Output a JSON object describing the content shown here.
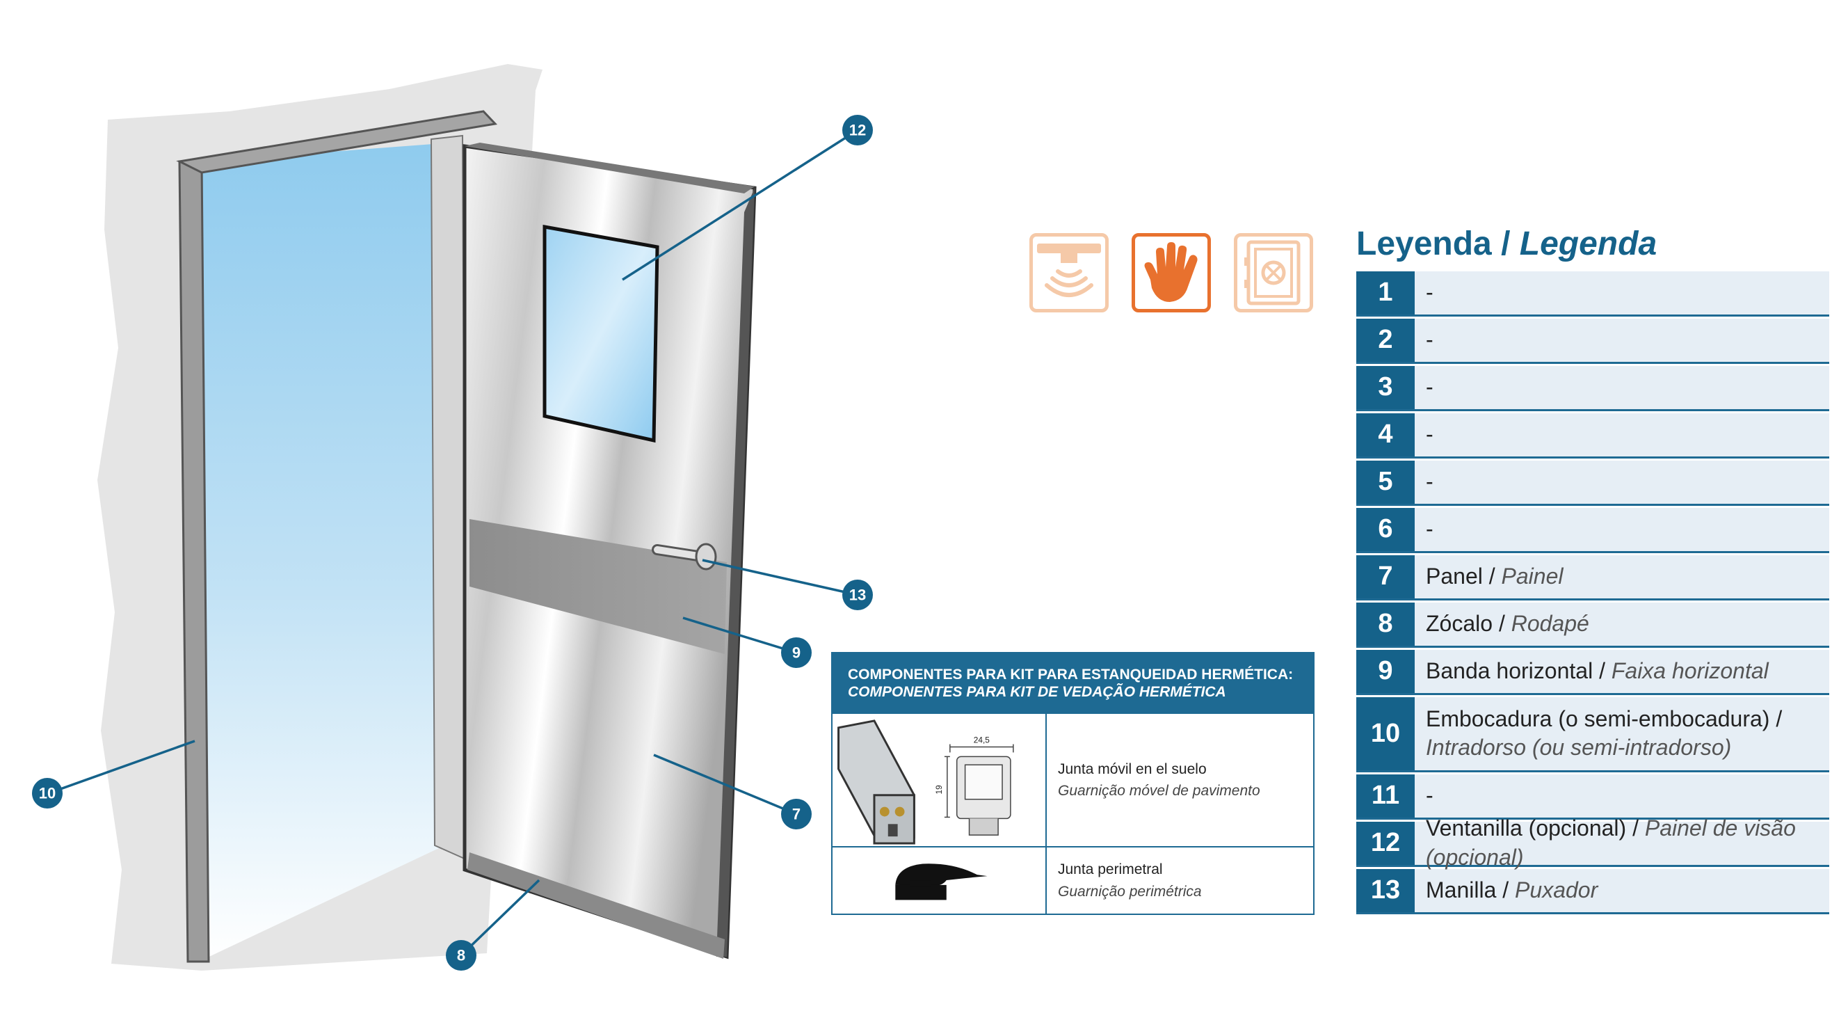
{
  "callouts": [
    {
      "number": "12"
    },
    {
      "number": "13"
    },
    {
      "number": "9"
    },
    {
      "number": "10"
    },
    {
      "number": "7"
    },
    {
      "number": "8"
    }
  ],
  "icons": [
    "sensor-icon",
    "manual-hand-icon",
    "lock-icon"
  ],
  "colors": {
    "accent": "#15628a",
    "legend_bg": "#e6eef5",
    "icon_orange": "#e8712e",
    "icon_orange_light": "#f5c9a8"
  },
  "legend": {
    "title_es": "Leyenda",
    "title_sep": " / ",
    "title_pt": "Legenda",
    "items": [
      {
        "num": "1",
        "es": "-",
        "pt": ""
      },
      {
        "num": "2",
        "es": "-",
        "pt": ""
      },
      {
        "num": "3",
        "es": "-",
        "pt": ""
      },
      {
        "num": "4",
        "es": "-",
        "pt": ""
      },
      {
        "num": "5",
        "es": "-",
        "pt": ""
      },
      {
        "num": "6",
        "es": "-",
        "pt": ""
      },
      {
        "num": "7",
        "es": "Panel",
        "pt": "Painel"
      },
      {
        "num": "8",
        "es": "Zócalo",
        "pt": "Rodapé"
      },
      {
        "num": "9",
        "es": "Banda horizontal",
        "pt": "Faixa horizontal"
      },
      {
        "num": "10",
        "es": "Embocadura (o semi-embocadura)",
        "pt": "Intradorso (ou semi-intradorso)"
      },
      {
        "num": "11",
        "es": "-",
        "pt": ""
      },
      {
        "num": "12",
        "es": "Ventanilla (opcional)",
        "pt": "Painel de visão (opcional)"
      },
      {
        "num": "13",
        "es": "Manilla",
        "pt": "Puxador"
      }
    ]
  },
  "kit": {
    "header_es": "COMPONENTES PARA KIT PARA ESTANQUEIDAD HERMÉTICA:",
    "header_pt": "COMPONENTES PARA KIT DE VEDAÇÃO HERMÉTICA",
    "rows": [
      {
        "es": "Junta móvil en el suelo",
        "pt": "Guarnição móvel de pavimento",
        "dim_width": "24,5",
        "dim_height": "19"
      },
      {
        "es": "Junta perimetral",
        "pt": "Guarnição perimétrica"
      }
    ]
  }
}
